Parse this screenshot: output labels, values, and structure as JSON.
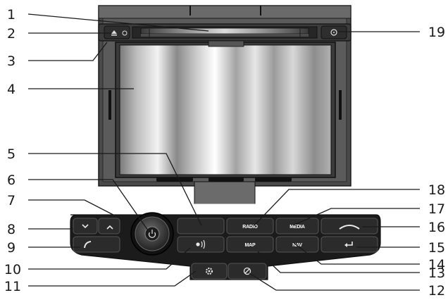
{
  "buttons": {
    "radio": "RADIO",
    "media": "MEDIA",
    "map": "MAP",
    "nav": "NAV"
  },
  "callouts": [
    "1",
    "2",
    "3",
    "4",
    "5",
    "6",
    "7",
    "8",
    "9",
    "10",
    "11",
    "12",
    "13",
    "14",
    "15",
    "16",
    "17",
    "18",
    "19"
  ],
  "icons": {
    "eject": "eject-icon",
    "disc": "disc-icon",
    "power": "power-icon",
    "night": "moon-icon",
    "seek_down": "chevron-down-icon",
    "seek_up": "chevron-up-icon",
    "answer": "phone-answer-icon",
    "end": "phone-end-icon",
    "voice": "voice-icon",
    "settings": "gear-icon",
    "mute": "mute-icon",
    "back": "back-icon"
  }
}
